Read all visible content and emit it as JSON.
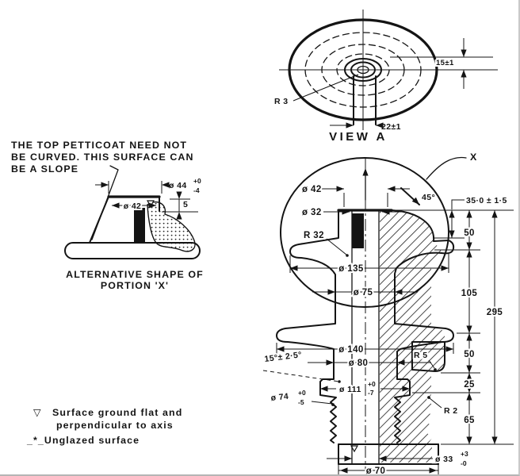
{
  "drawing": {
    "view_a": {
      "caption": "VIEW A",
      "r3": "R 3",
      "d22": "22±1",
      "d15": "15±1"
    },
    "note": {
      "l1": "THE TOP PETTICOAT NEED NOT",
      "l2": "BE CURVED. THIS SURFACE CAN",
      "l3": "BE A SLOPE"
    },
    "alt": {
      "cap1": "ALTERNATIVE SHAPE OF",
      "cap2": "PORTION 'X'",
      "d44": "ø 44",
      "d44t": "+0",
      "d44b": "-4",
      "d42": "ø 42",
      "d5": "5"
    },
    "legend": {
      "sym": "▽",
      "l1": "Surface ground flat and",
      "l2": "perpendicular to axis",
      "l3": "_*_Unglazed surface"
    },
    "main": {
      "x": "X",
      "d42": "ø 42",
      "d32": "ø 32",
      "r32": "R 32",
      "a45": "45°",
      "d35": "35·0 ± 1·5",
      "h50a": "50",
      "h105": "105",
      "h50b": "50",
      "h25": "25",
      "h65": "65",
      "h295": "295",
      "d135": "ø 135",
      "d75": "ø 75",
      "d140": "ø 140",
      "d80": "ø 80",
      "a15": "15°± 2·5°",
      "d111": "ø 111",
      "d111t": "+0",
      "d111b": "-7",
      "d74": "ø 74",
      "d74t": "+0",
      "d74b": "-5",
      "r5": "R 5",
      "r2": "R 2",
      "d33": "ø 33",
      "d33t": "+3",
      "d33b": "-0",
      "d70": "ø 70"
    }
  }
}
